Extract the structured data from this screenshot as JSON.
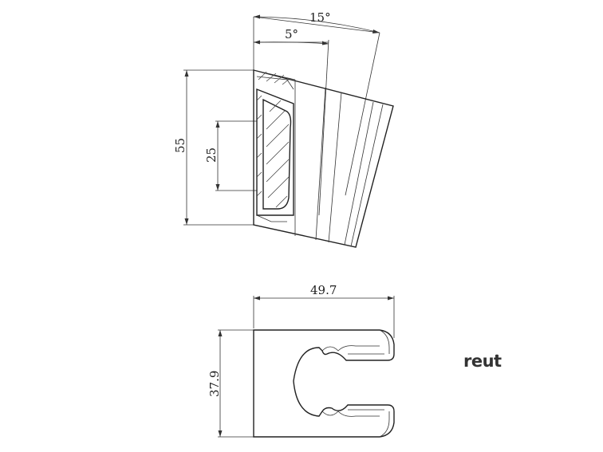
{
  "side_view": {
    "angle_outer": "15°",
    "angle_inner": "5°",
    "height_total": "55",
    "height_inner": "25"
  },
  "top_view": {
    "width": "49.7",
    "depth": "37.9"
  },
  "logo": {
    "text": "reut",
    "mark": "®"
  }
}
